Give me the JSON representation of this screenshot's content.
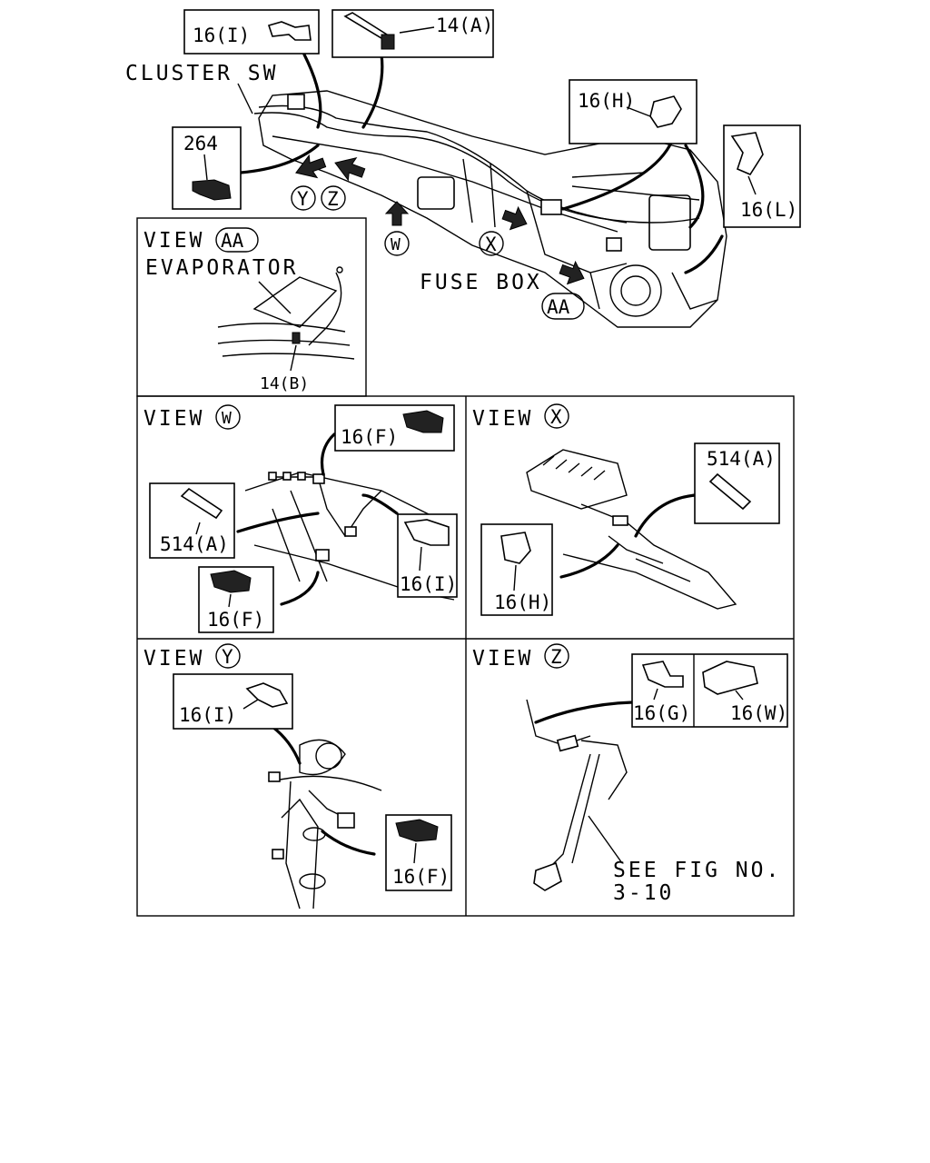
{
  "top": {
    "callouts": {
      "c16i": "16(I)",
      "c14a": "14(A)",
      "c264": "264",
      "c16h": "16(H)",
      "c16l": "16(L)"
    },
    "cluster_sw": "CLUSTER SW",
    "fuse_box": "FUSE BOX",
    "view_markers": [
      "Y",
      "Z",
      "W",
      "X",
      "AA"
    ]
  },
  "panels": {
    "aa": {
      "view_word": "VIEW",
      "view_id": "AA",
      "evaporator": "EVAPORATOR",
      "part": "14(B)"
    },
    "w": {
      "view_word": "VIEW",
      "view_id": "W",
      "parts": [
        "16(F)",
        "514(A)",
        "16(I)",
        "16(F)"
      ]
    },
    "x": {
      "view_word": "VIEW",
      "view_id": "X",
      "parts": [
        "514(A)",
        "16(H)"
      ]
    },
    "y": {
      "view_word": "VIEW",
      "view_id": "Y",
      "parts": [
        "16(I)",
        "16(F)"
      ]
    },
    "z": {
      "view_word": "VIEW",
      "view_id": "Z",
      "parts": [
        "16(G)",
        "16(W)"
      ],
      "ref_line1": "SEE FIG NO.",
      "ref_line2": "3-10"
    }
  }
}
